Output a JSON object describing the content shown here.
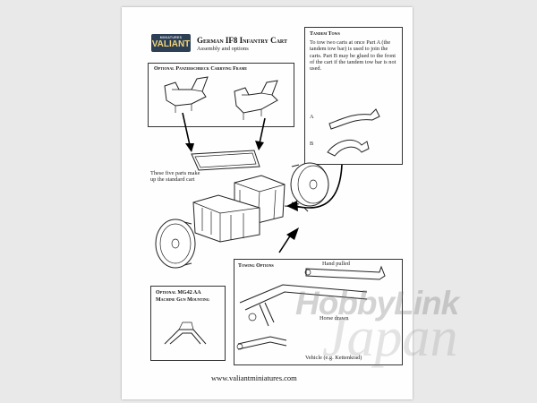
{
  "logo": {
    "small": "MINIATURES",
    "large": "VALIANT"
  },
  "header": {
    "title": "German IF8 Infantry Cart",
    "subtitle": "Assembly and options"
  },
  "panzerschreck": {
    "title": "Optional Panzerschreck Carrying Frame"
  },
  "tandem": {
    "title": "Tandem Tows",
    "body": "To tow two carts at once Part A (the tandem tow bar) is used to join the carts.  Part B may be glued to the front of the cart if the tandem tow bar is not used.",
    "label_a": "A",
    "label_b": "B"
  },
  "standard_note": "These five parts make up the standard cart",
  "mg42": {
    "title": "Optional MG42 AA Machine Gun Mounting"
  },
  "towing": {
    "title": "Towing Options",
    "hand": "Hand pulled",
    "horse": "Horse drawn",
    "vehicle": "Vehicle (e.g. Kettenkrad)"
  },
  "footer": {
    "url": "www.valiantminiatures.com"
  },
  "watermark": {
    "line1": "HobbyLink",
    "line2": "Japan"
  },
  "colors": {
    "logo_bg": "#2c3f54",
    "logo_text": "#f2d47a",
    "page_bg": "#e9e9e9",
    "sheet": "#fefefe"
  }
}
